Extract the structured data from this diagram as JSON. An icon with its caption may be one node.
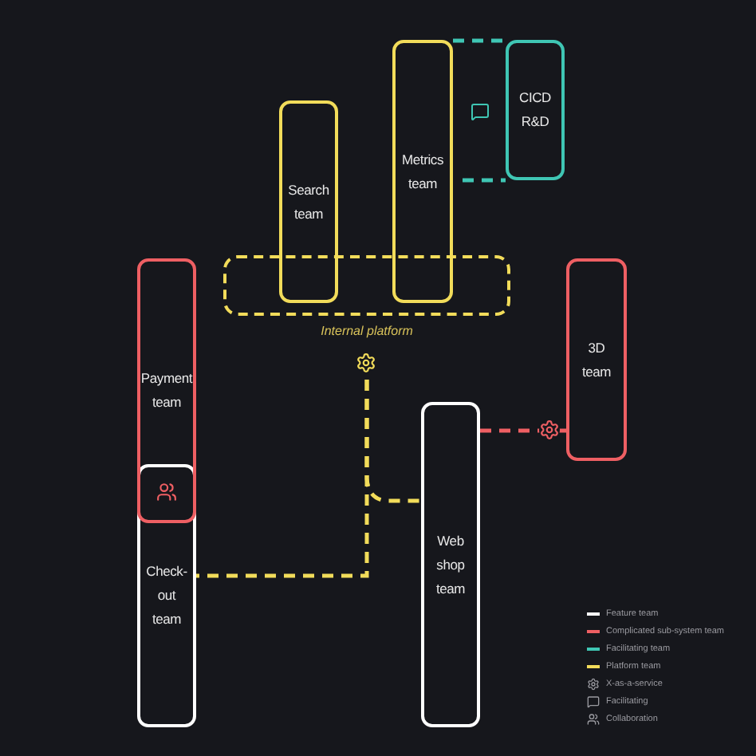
{
  "diagram": {
    "nodes": [
      {
        "text": [
          "Internal platform"
        ]
      },
      {
        "text": [
          "Search team"
        ]
      },
      {
        "text": [
          "Metrics team"
        ]
      },
      {
        "text": [
          "CICD R&D"
        ]
      },
      {
        "text": [
          "Payment team"
        ]
      },
      {
        "text": [
          "Check-out team"
        ]
      },
      {
        "text": [
          "Web shop team"
        ]
      },
      {
        "text": [
          "3D team"
        ]
      }
    ],
    "edges": [
      {
        "from": 2,
        "to": 3,
        "arrow": "none",
        "style": "dashed",
        "color": "#3fc6b4"
      },
      {
        "from": 0,
        "to": 5,
        "arrow": "none",
        "style": "dashed",
        "color": "#f2dc5a"
      },
      {
        "from": 0,
        "to": 6,
        "arrow": "none",
        "style": "dashed",
        "color": "#f2dc5a"
      },
      {
        "from": 6,
        "to": 7,
        "arrow": "none",
        "style": "dashed",
        "color": "#ee5f63"
      }
    ],
    "legend": [
      {
        "text": "Feature team",
        "color": "#ffffff"
      },
      {
        "text": "Complicated sub-system team",
        "color": "#ee5f63"
      },
      {
        "text": "Facilitating team",
        "color": "#3fc6b4"
      },
      {
        "text": "Platform team",
        "color": "#f2dc5a"
      },
      {
        "text": "X-as-a-service"
      },
      {
        "text": "Facilitating"
      },
      {
        "text": "Collaboration"
      }
    ]
  }
}
